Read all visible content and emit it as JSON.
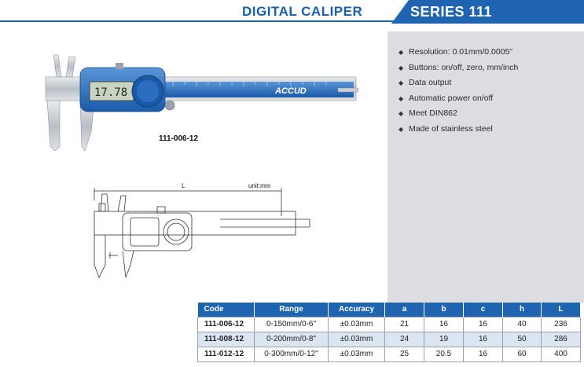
{
  "header": {
    "title": "DIGITAL CALIPER",
    "series": "SERIES 111"
  },
  "features": [
    "Resolution: 0.01mm/0.0005\"",
    "Buttons: on/off, zero, mm/inch",
    "Data output",
    "Automatic power on/off",
    "Meet DIN862",
    "Made of stainless steel"
  ],
  "photo": {
    "display_value": "17.78",
    "brand": "ACCUD",
    "caption": "111-006-12"
  },
  "drawing": {
    "dimension_label": "L",
    "unit_label": "unit:mm"
  },
  "table": {
    "headers": [
      "Code",
      "Range",
      "Accuracy",
      "a",
      "b",
      "c",
      "h",
      "L"
    ],
    "rows": [
      [
        "111-006-12",
        "0-150mm/0-6\"",
        "±0.03mm",
        "21",
        "16",
        "16",
        "40",
        "236"
      ],
      [
        "111-008-12",
        "0-200mm/0-8\"",
        "±0.03mm",
        "24",
        "19",
        "16",
        "50",
        "286"
      ],
      [
        "111-012-12",
        "0-300mm/0-12\"",
        "±0.03mm",
        "25",
        "20.5",
        "16",
        "60",
        "400"
      ]
    ]
  },
  "colors": {
    "brand_blue": "#1f64b0",
    "panel_gray": "#dcdde0",
    "row_highlight": "#dbe6f2"
  }
}
